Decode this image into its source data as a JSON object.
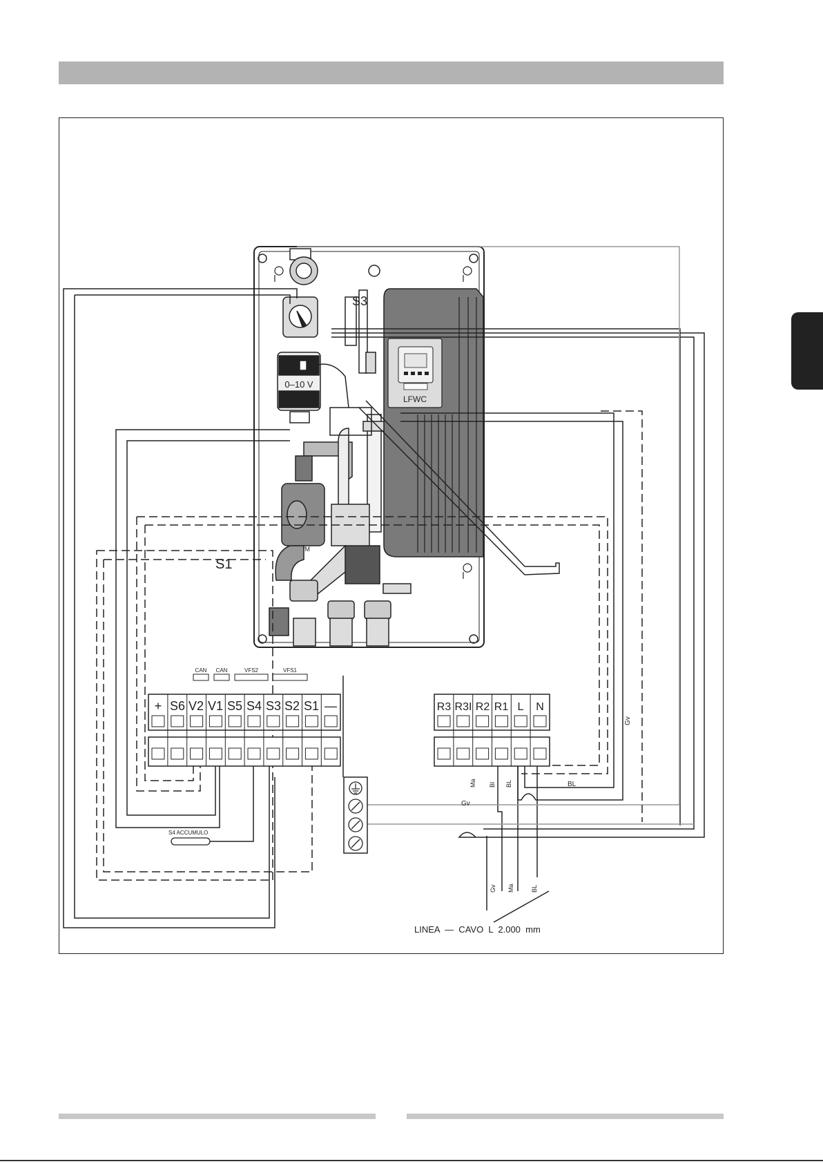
{
  "terminals_left": [
    "+",
    "S6",
    "V2",
    "V1",
    "S5",
    "S4",
    "S3",
    "S2",
    "S1",
    "—"
  ],
  "terminals_right": [
    "R3",
    "R3I",
    "R2",
    "R1",
    "L",
    "N"
  ],
  "connectors": [
    "CAN",
    "CAN",
    "VFS2",
    "VFS1"
  ],
  "labels": {
    "s3": "S3",
    "s1": "S1",
    "pump_voltage": "0–10 V",
    "controller": "LFWC",
    "sensor_s4": "S4 ACCUMULO",
    "line_cable": "LINEA  —  CAVO  L  2.000  mm",
    "pump_small": "PWM"
  },
  "wire_labels": {
    "gv_right": "Gv",
    "gv_mid": "Gv",
    "bl_right": "BL",
    "ma_top": "Ma",
    "bl_top": "Bl",
    "bl_top2": "BL",
    "gv_bottom": "Gv",
    "ma_bottom": "Ma",
    "bl_bottom": "BL"
  },
  "colors": {
    "header": "#b3b3b3",
    "tab": "#222222",
    "footer": "#c8c8c8",
    "module": "#7a7a7a"
  }
}
